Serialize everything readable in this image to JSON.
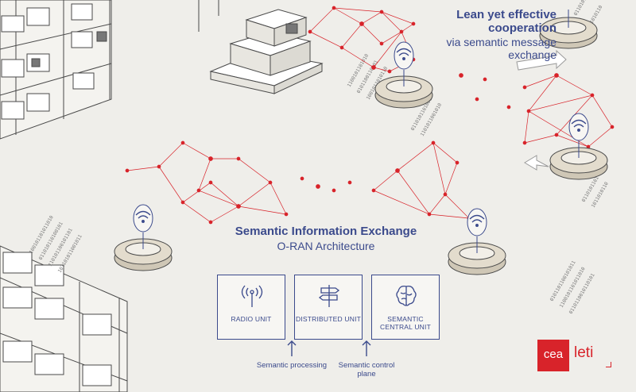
{
  "cooperation": {
    "title": "Lean yet effective cooperation",
    "subtitle": "via semantic message exchange"
  },
  "exchange": {
    "title": "Semantic Information Exchange",
    "subtitle": "O-RAN Architecture"
  },
  "units": [
    {
      "label": "RADIO UNIT",
      "icon": "antenna-icon"
    },
    {
      "label": "DISTRIBUTED UNIT",
      "icon": "signpost-icon"
    },
    {
      "label": "SEMANTIC CENTRAL UNIT",
      "icon": "brain-icon"
    }
  ],
  "annotations": [
    {
      "label": "Semantic processing"
    },
    {
      "label": "Semantic control plane"
    }
  ],
  "logo": {
    "left": "cea",
    "right": "leti"
  },
  "colors": {
    "background": "#efeeea",
    "accent_red": "#d8232a",
    "navy": "#3b4a8c",
    "robot": "#e3dccd"
  }
}
